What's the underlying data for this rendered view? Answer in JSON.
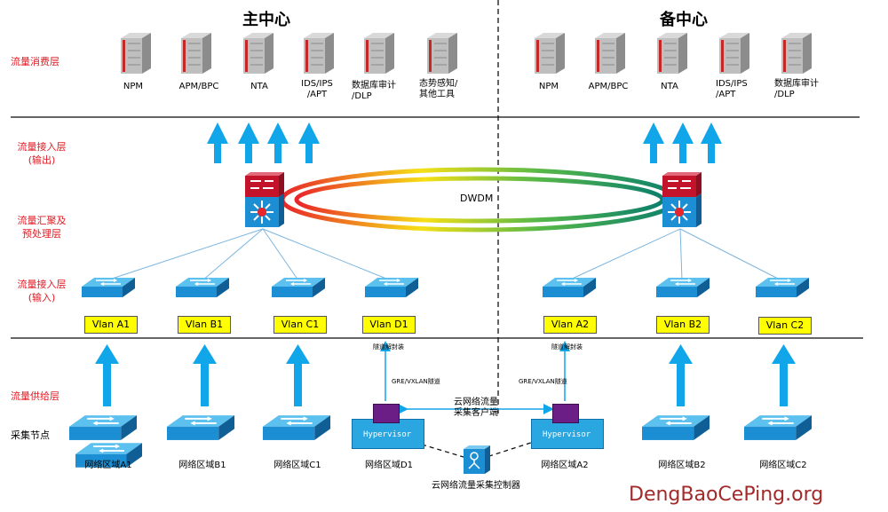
{
  "titles": {
    "main": "主中心",
    "backup": "备中心"
  },
  "layers": {
    "consume": "流量消费层",
    "access_out": "流量接入层\n(输出)",
    "aggregate": "流量汇聚及\n预处理层",
    "access_in": "流量接入层\n(输入)",
    "supply": "流量供给层",
    "collect": "采集节点"
  },
  "main_devices": [
    "NPM",
    "APM/BPC",
    "NTA",
    "IDS/IPS\n/APT",
    "数据库审计\n/DLP",
    "态势感知/\n其他工具"
  ],
  "backup_devices": [
    "NPM",
    "APM/BPC",
    "NTA",
    "IDS/IPS\n/APT",
    "数据库审计\n/DLP"
  ],
  "dwdm": "DWDM",
  "vlans": [
    "Vlan A1",
    "Vlan B1",
    "Vlan C1",
    "Vlan D1",
    "Vlan A2",
    "Vlan B2",
    "Vlan C2"
  ],
  "tunnel_encap": "隧道解封装",
  "tunnel_labels": [
    "GRE/VXLAN隧道",
    "GRE/VXLAN隧道"
  ],
  "hypervisor": "Hypervisor",
  "cloud_client": "云网络流量\n采集客户端",
  "controller": "云网络流量采集控制器",
  "zones": [
    "网络区域A1",
    "网络区域B1",
    "网络区域C1",
    "网络区域D1",
    "网络区域A2",
    "网络区域B2",
    "网络区域C2"
  ],
  "watermark": "DengBaoCePing.org",
  "colors": {
    "arrow": "#11a6ea",
    "layer_label": "#e01b24",
    "vlan_bg": "#ffff00",
    "switch": "#1c8fd4",
    "router_top": "#c4142c",
    "hypervisor": "#2aa6e0",
    "vm": "#6b1f86"
  }
}
